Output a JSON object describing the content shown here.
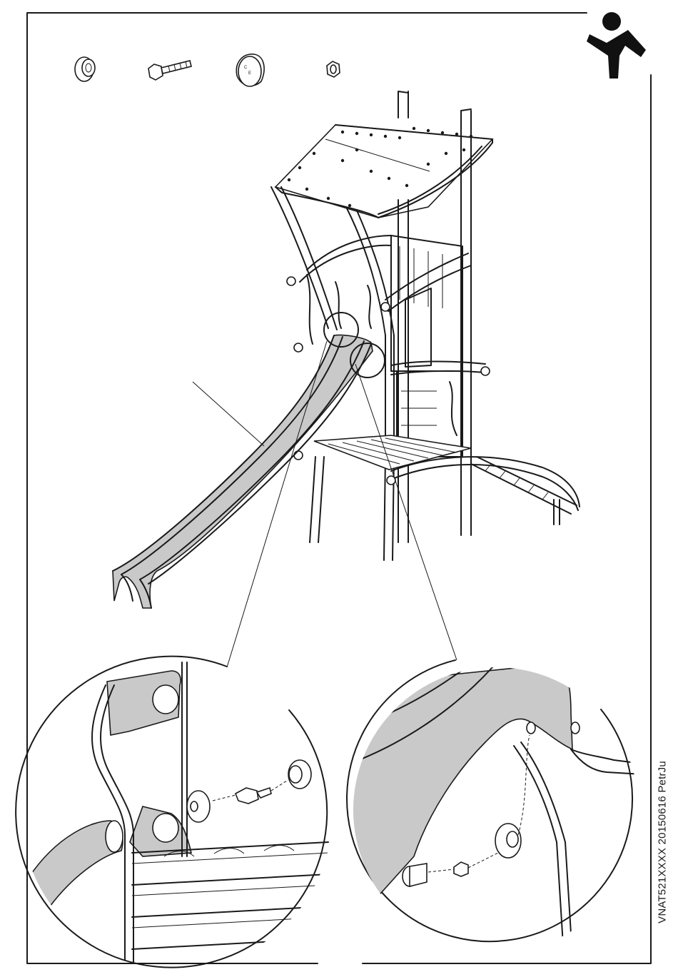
{
  "document": {
    "side_code": "VNAT521XXXX 20150616 PetrJu",
    "logo": "brand-figure-logo",
    "ink_color": "#1a1a1a",
    "slide_fill_color": "#c9c9c9",
    "hardware_parts": [
      {
        "name": "cap-nut-icon"
      },
      {
        "name": "hex-bolt-icon"
      },
      {
        "name": "dome-cap-icon"
      },
      {
        "name": "hex-nut-icon"
      }
    ],
    "detail_views": [
      {
        "name": "detail-view-top-bolt"
      },
      {
        "name": "detail-view-slide-nut"
      }
    ]
  }
}
